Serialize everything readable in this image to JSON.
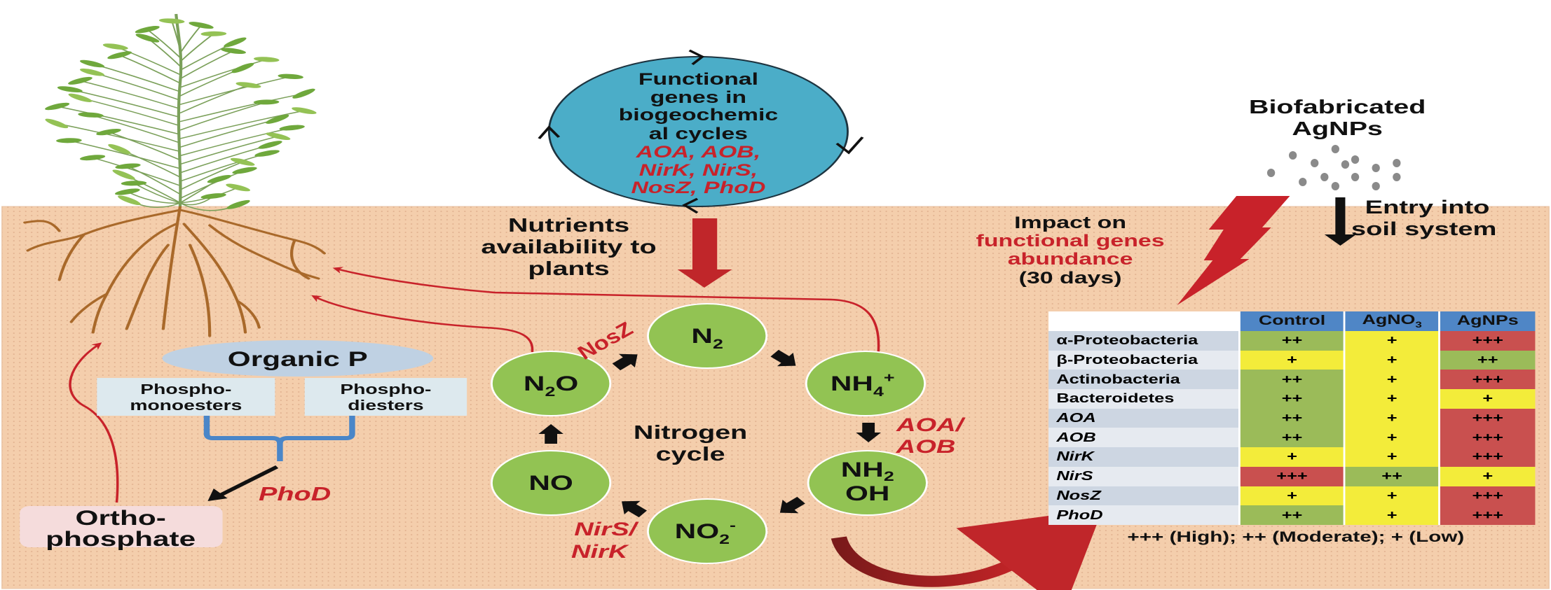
{
  "circle": {
    "lines": [
      "Functional",
      "genes in",
      "biogeochemic",
      "al cycles"
    ],
    "genes": [
      "AOA, AOB,",
      "NirK, NirS,",
      "NosZ, PhoD"
    ]
  },
  "nutrients": [
    "Nutrients",
    "availability to",
    "plants"
  ],
  "phosphorus": {
    "organic": "Organic P",
    "mono": [
      "Phospho-",
      "monoesters"
    ],
    "di": [
      "Phospho-",
      "diesters"
    ],
    "enzyme": "PhoD",
    "ortho": [
      "Ortho-",
      "phosphate"
    ]
  },
  "nitrogen": {
    "title": [
      "Nitrogen",
      "cycle"
    ],
    "nodes": {
      "n2": {
        "base": "N",
        "sub": "2"
      },
      "nh4": {
        "base": "NH",
        "sub": "4",
        "sup": "+"
      },
      "nh2oh": {
        "base": "NH",
        "sub": "2",
        "line2": "OH"
      },
      "no2": {
        "base": "NO",
        "sub": "2",
        "sup": "-"
      },
      "no": {
        "base": "NO"
      },
      "n2o": {
        "base": "N",
        "sub": "2",
        "tail": "O"
      }
    },
    "enzymes": {
      "nosz": "NosZ",
      "amo": [
        "AOA/",
        "AOB"
      ],
      "nir": [
        "NirS/",
        "NirK"
      ]
    }
  },
  "agnps": {
    "title": [
      "Biofabricated",
      "AgNPs"
    ],
    "entry": [
      "Entry into",
      "soil system"
    ]
  },
  "impact": [
    "Impact on",
    "functional genes",
    "abundance",
    "(30 days)"
  ],
  "table": {
    "columns": [
      {
        "label": "Control",
        "sub": ""
      },
      {
        "label": "AgNO",
        "sub": "3"
      },
      {
        "label": "AgNPs",
        "sub": ""
      }
    ],
    "rows": [
      {
        "label": "α-Proteobacteria",
        "italic": false,
        "values": [
          "++",
          "+",
          "+++"
        ]
      },
      {
        "label": "β-Proteobacteria",
        "italic": false,
        "values": [
          "+",
          "+",
          "++"
        ]
      },
      {
        "label": "Actinobacteria",
        "italic": false,
        "values": [
          "++",
          "+",
          "+++"
        ]
      },
      {
        "label": "Bacteroidetes",
        "italic": false,
        "values": [
          "++",
          "+",
          "+"
        ]
      },
      {
        "label": "AOA",
        "italic": true,
        "values": [
          "++",
          "+",
          "+++"
        ]
      },
      {
        "label": "AOB",
        "italic": true,
        "values": [
          "++",
          "+",
          "+++"
        ]
      },
      {
        "label": "NirK",
        "italic": true,
        "values": [
          "+",
          "+",
          "+++"
        ]
      },
      {
        "label": "NirS",
        "italic": true,
        "values": [
          "+++",
          "++",
          "+"
        ]
      },
      {
        "label": "NosZ",
        "italic": true,
        "values": [
          "+",
          "+",
          "+++"
        ]
      },
      {
        "label": "PhoD",
        "italic": true,
        "values": [
          "++",
          "+",
          "+++"
        ]
      }
    ],
    "level_colors": {
      "+++": "#c9504f",
      "++": "#9bbb59",
      "+": "#f3ec3a"
    }
  },
  "legend": "+++ (High); ++ (Moderate); + (Low)",
  "colors": {
    "soil": "#f4ceac",
    "node_green": "#92c353",
    "gene_circle": "#4badc8",
    "accent_red": "#c8222a",
    "header_blue": "#4f86c6"
  }
}
